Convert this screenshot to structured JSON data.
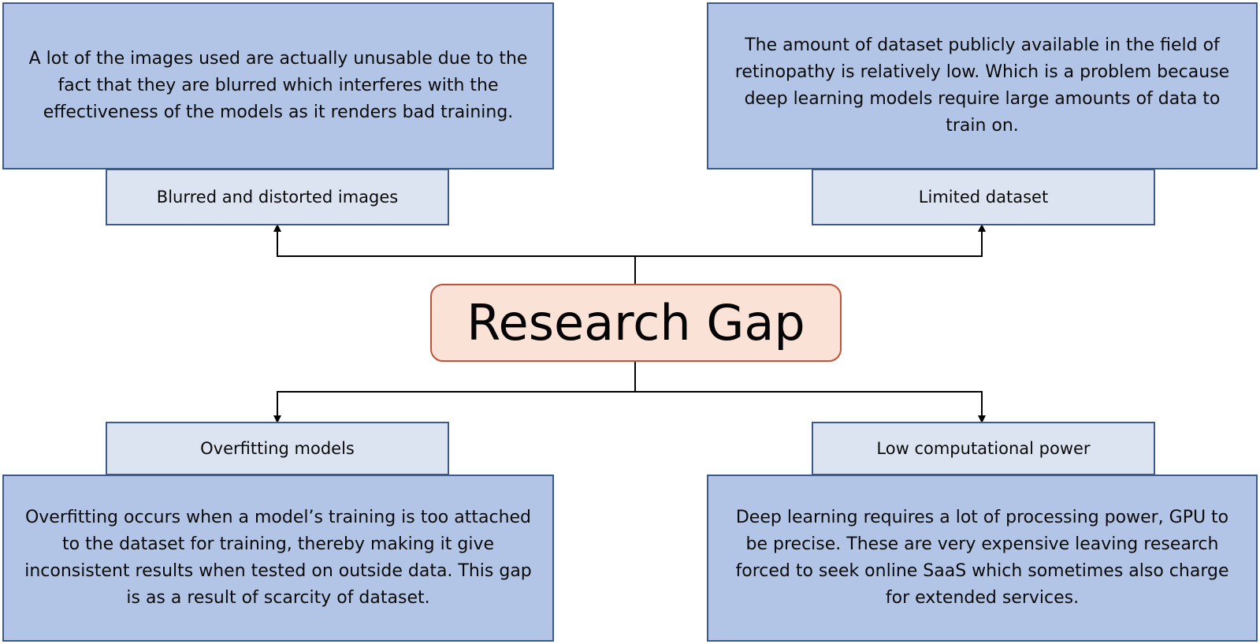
{
  "center": {
    "title": "Research Gap"
  },
  "gaps": {
    "blurred": {
      "label": "Blurred and distorted images",
      "description": "A lot of the images used are actually unusable due to the fact that they are blurred which interferes with the effectiveness of the models as it renders bad training."
    },
    "limited": {
      "label": "Limited dataset",
      "description": "The amount of dataset publicly available in the field of retinopathy is relatively low. Which is a problem because deep learning models require large amounts of data to train on."
    },
    "overfitting": {
      "label": "Overfitting models",
      "description": "Overfitting occurs when a model’s training is too attached to the dataset for training, thereby making it give inconsistent results when tested on outside data. This gap is as a result of scarcity of dataset."
    },
    "compute": {
      "label": "Low computational power",
      "description": "Deep learning requires a lot of processing power, GPU to be precise. These are very expensive leaving research forced to seek online SaaS which sometimes also charge for extended services."
    }
  },
  "colors": {
    "description_fill": "#b3c5e6",
    "label_fill": "#dce4f2",
    "box_border": "#3d5a8c",
    "center_fill": "#fbe2d6",
    "center_border": "#c0533a"
  }
}
